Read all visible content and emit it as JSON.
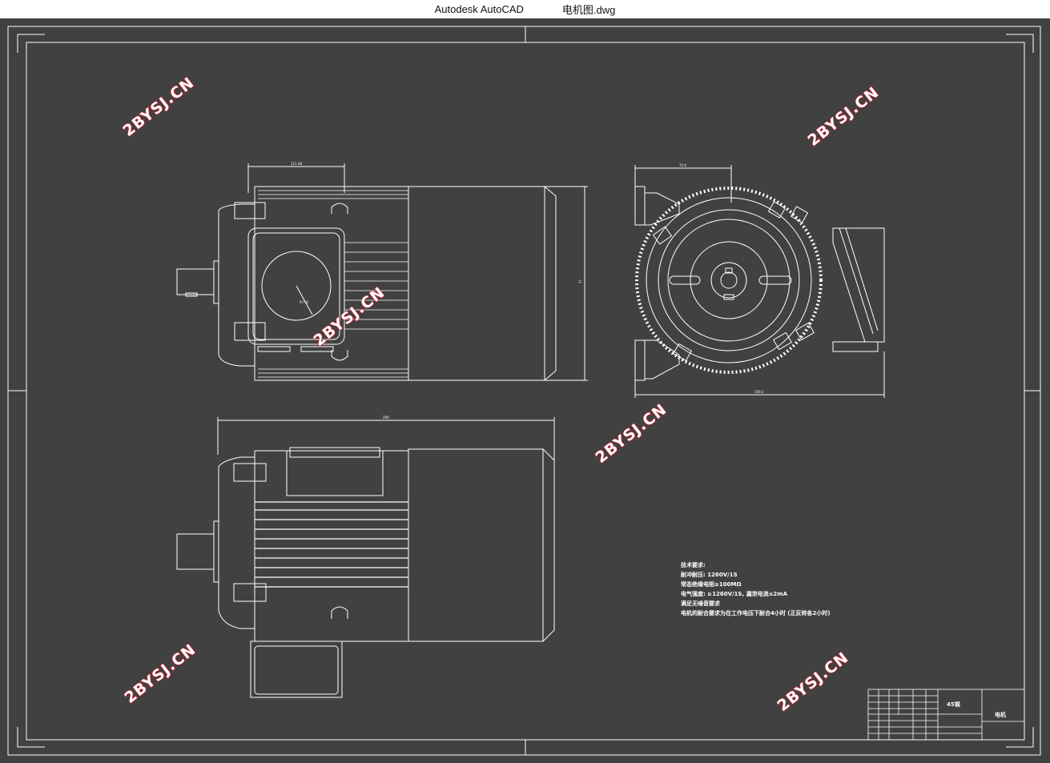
{
  "window": {
    "app_title": "Autodesk AutoCAD",
    "file_name": "电机图.dwg"
  },
  "drawing": {
    "watermark": "2BYSJ.CN",
    "dimensions": {
      "top_view_width": "111.48",
      "top_view_height": "2?",
      "circle_radius": "R??.6",
      "right_view_width": "72.8",
      "right_view_base": "159.2",
      "bottom_view_length": "299"
    },
    "notes": {
      "title": "技术要求:",
      "lines": [
        "耐冲耐压: 1260V/1S",
        "常态绝缘电阻≥100MΩ",
        "电气强度: ≥1260V/1S, 漏泄电流≤2mA",
        "满足无噪音要求",
        "电机的耐合要求为在工作电压下耐合4小时 (正反转各2小时)"
      ]
    },
    "title_block": {
      "material": "45钢",
      "part_name": "电机"
    }
  }
}
